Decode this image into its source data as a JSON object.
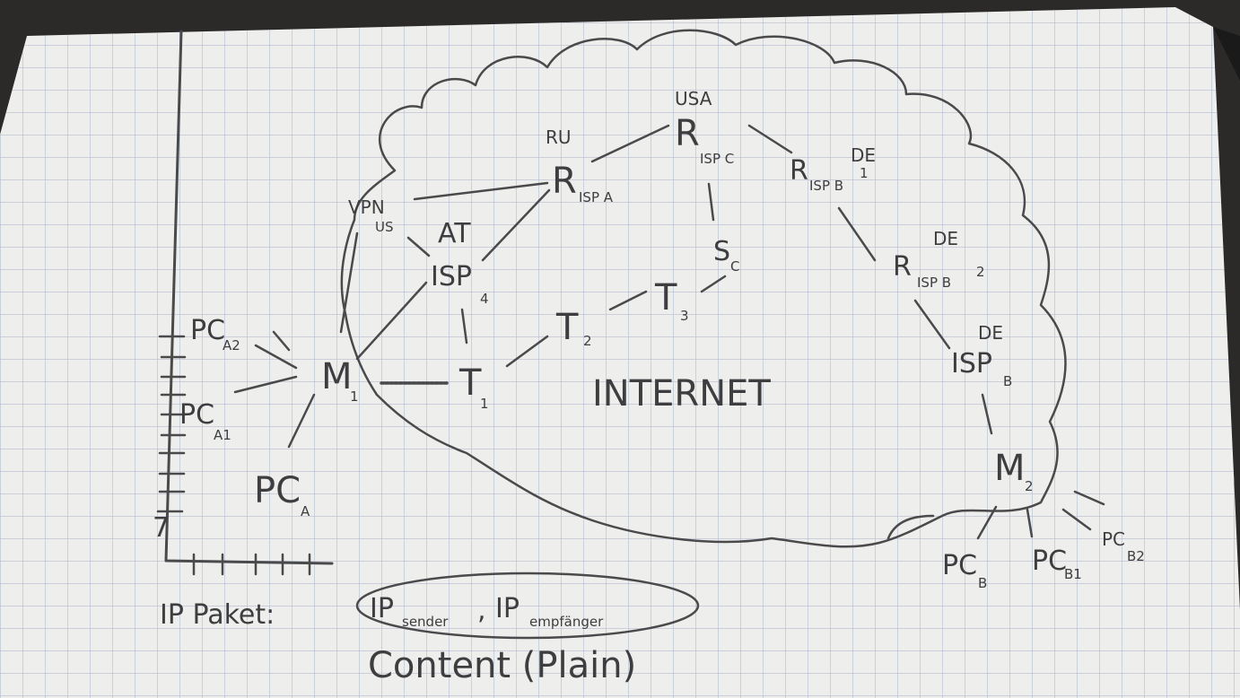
{
  "nodes": {
    "vpn": {
      "main": "VPN",
      "sub": "US"
    },
    "at": {
      "main": "AT"
    },
    "isp4": {
      "main": "ISP",
      "sub": "4"
    },
    "ru": {
      "main": "RU"
    },
    "risp_a": {
      "main": "R",
      "sub": "ISP A"
    },
    "usa": {
      "main": "USA"
    },
    "risp_c": {
      "main": "R",
      "sub": "ISP C"
    },
    "sc": {
      "main": "S",
      "sub": "C"
    },
    "de1": {
      "main": "DE"
    },
    "risp_b1": {
      "main": "R",
      "sub": "ISP B",
      "sup": "1"
    },
    "de2": {
      "main": "DE"
    },
    "risp_b2": {
      "main": "R",
      "sub": "ISP B",
      "sup": "2"
    },
    "de3": {
      "main": "DE"
    },
    "isp_b": {
      "main": "ISP",
      "sub": "B"
    },
    "t1": {
      "main": "T",
      "sub": "1"
    },
    "t2": {
      "main": "T",
      "sub": "2"
    },
    "t3": {
      "main": "T",
      "sub": "3"
    },
    "m1": {
      "main": "M",
      "sub": "1"
    },
    "m2": {
      "main": "M",
      "sub": "2"
    },
    "pca2": {
      "main": "PC",
      "sub": "A2"
    },
    "pca1": {
      "main": "PC",
      "sub": "A1"
    },
    "pca": {
      "main": "PC",
      "sub": "A"
    },
    "pcb": {
      "main": "PC",
      "sub": "B"
    },
    "pcb1": {
      "main": "PC",
      "sub": "B1"
    },
    "pcb2": {
      "main": "PC",
      "sub": "B2"
    }
  },
  "internet_label": "INTERNET",
  "packet": {
    "prefix": "IP Paket:",
    "sender": "IP",
    "sender_sub": "sender",
    "separator": ",",
    "receiver": "IP",
    "receiver_sub": "empfänger",
    "content": "Content (Plain)"
  },
  "axis": {
    "label": "7"
  },
  "colors": {
    "paper": "#eeeeec",
    "grid": "#a9b4cc",
    "ink": "#4a4a4c"
  }
}
